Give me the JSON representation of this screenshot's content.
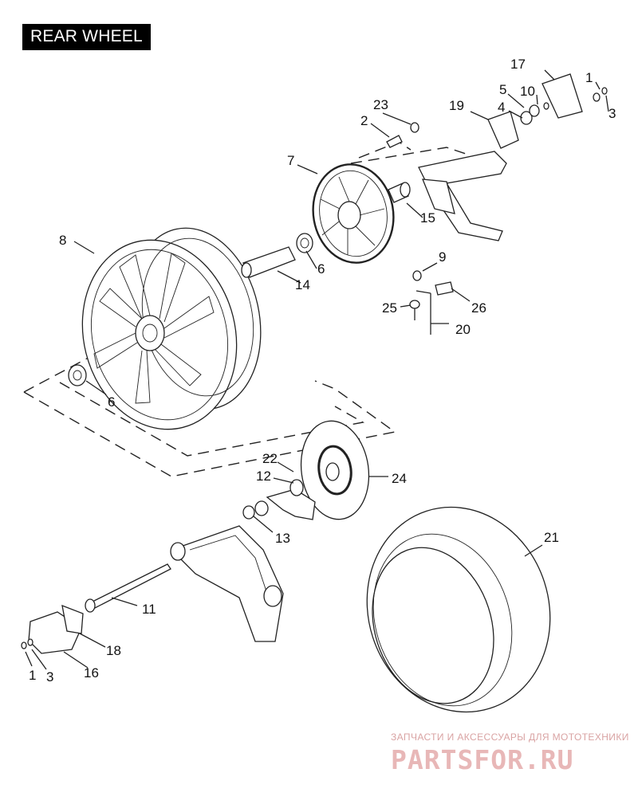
{
  "title": "REAR WHEEL",
  "callouts": {
    "c1a": "1",
    "c3a": "3",
    "c17": "17",
    "c5": "5",
    "c10": "10",
    "c4": "4",
    "c19": "19",
    "c23": "23",
    "c2": "2",
    "c7": "7",
    "c15": "15",
    "c8": "8",
    "c6a": "6",
    "c14": "14",
    "c9": "9",
    "c25": "25",
    "c26": "26",
    "c20": "20",
    "c6b": "6",
    "c22": "22",
    "c12": "12",
    "c24": "24",
    "c13": "13",
    "c21": "21",
    "c11": "11",
    "c18": "18",
    "c1b": "1",
    "c3b": "3",
    "c16": "16"
  },
  "watermark": {
    "tagline": "ЗАПЧАСТИ И АКСЕССУАРЫ ДЛЯ МОТОТЕХНИКИ",
    "logo": "PARTSFOR.RU"
  }
}
